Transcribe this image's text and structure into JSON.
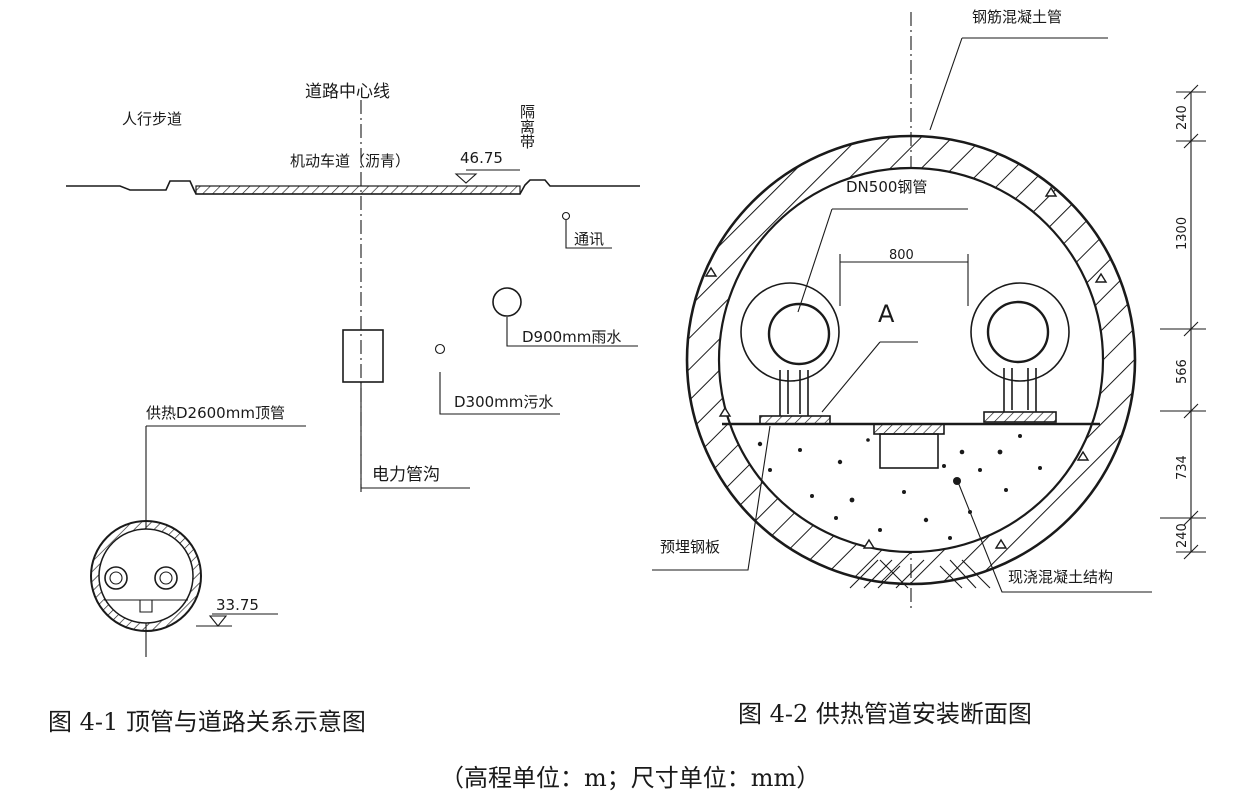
{
  "fig1": {
    "sidewalk": "人行步道",
    "centerline": "道路中心线",
    "motorway": "机动车道（沥青）",
    "road_elevation": "46.75",
    "median": "隔离带",
    "telecom": "通讯",
    "rain_pipe": "D900mm雨水",
    "sewage_pipe": "D300mm污水",
    "power_trench": "电力管沟",
    "heating_pipe": "供热D2600mm顶管",
    "pipe_elevation": "33.75",
    "caption": "图 4-1 顶管与道路关系示意图"
  },
  "fig2": {
    "outer_pipe": "钢筋混凝土管",
    "steel_pipe": "DN500钢管",
    "spacing": "800",
    "section_mark": "A",
    "embedded_plate": "预埋钢板",
    "cast_concrete": "现浇混凝土结构",
    "dimensions": [
      "240",
      "1300",
      "566",
      "734",
      "240"
    ],
    "caption": "图 4-2 供热管道安装断面图"
  },
  "units_note": "（高程单位：m；尺寸单位：mm）"
}
